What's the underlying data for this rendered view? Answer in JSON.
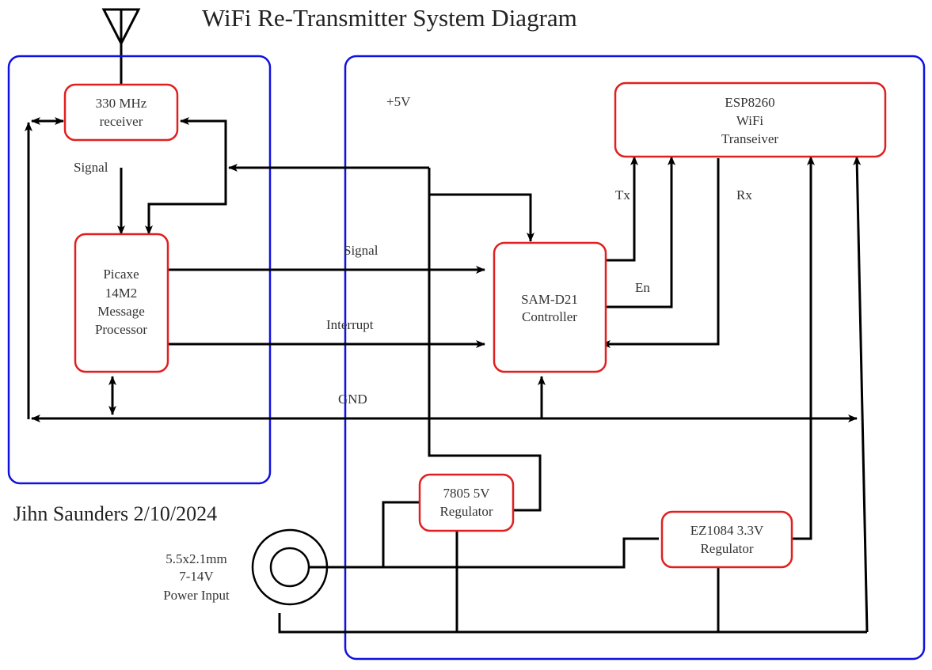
{
  "title": "WiFi Re-Transmitter System Diagram",
  "author": "Jihn Saunders 2/10/2024",
  "colors": {
    "frame": "#1010e0",
    "block": "#e02020",
    "wire": "#000000"
  },
  "blocks": {
    "receiver": {
      "line1": "330 MHz",
      "line2": "receiver"
    },
    "picaxe": {
      "line1": "Picaxe",
      "line2": "14M2",
      "line3": "Message",
      "line4": "Processor"
    },
    "samd21": {
      "line1": "SAM-D21",
      "line2": "Controller"
    },
    "esp": {
      "line1": "ESP8260",
      "line2": "WiFi",
      "line3": "Transeiver"
    },
    "reg5": {
      "line1": "7805 5V",
      "line2": "Regulator"
    },
    "reg33": {
      "line1": "EZ1084 3.3V",
      "line2": "Regulator"
    }
  },
  "labels": {
    "signal_rx": "Signal",
    "signal": "Signal",
    "interrupt": "Interrupt",
    "gnd": "GND",
    "plus5v": "+5V",
    "tx": "Tx",
    "rx": "Rx",
    "en": "En"
  },
  "power_input": {
    "line1": "5.5x2.1mm",
    "line2": "7-14V",
    "line3": "Power Input"
  }
}
